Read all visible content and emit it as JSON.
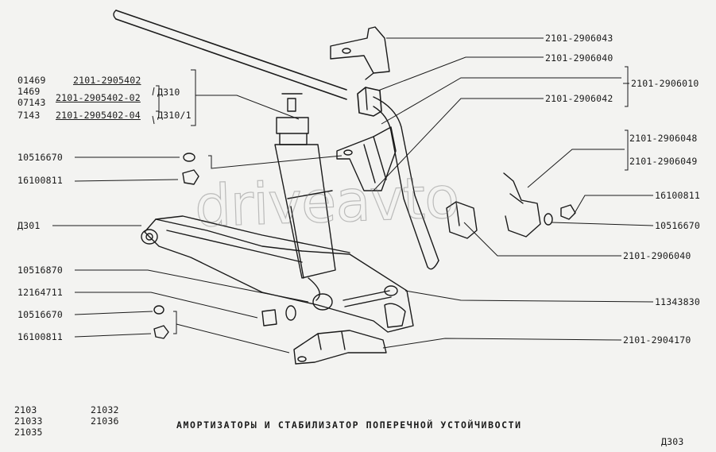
{
  "colors": {
    "background": "#f3f3f1",
    "ink": "#1a1a1a"
  },
  "watermark": "driveavto",
  "labels_left": {
    "l1": "01469",
    "l1b": "2101-2905402",
    "l2": "1469",
    "l3": "07143",
    "l3b": "2101-2905402-02",
    "l3c": "Д310",
    "l4": "7143",
    "l4b": "2101-2905402-04",
    "l4c": "Д310/1",
    "washer_top": "10516670",
    "nut_top": "16100811",
    "arm": "Д301",
    "bush_low": "10516870",
    "stud": "12164711",
    "washer_low": "10516670",
    "nut_low": "16100811"
  },
  "labels_right": {
    "r1": "2101-2906043",
    "r2": "2101-2906040",
    "r3": "2101-2906010",
    "r4": "2101-2906042",
    "r5": "2101-2906048",
    "r6": "2101-2906049",
    "r7": "16100811",
    "r8": "10516670",
    "r9": "2101-2906040",
    "r10": "11343830",
    "r11": "2101-2904170"
  },
  "models": {
    "m1": "2103",
    "m2": "21033",
    "m3": "21035",
    "m4": "21032",
    "m5": "21036"
  },
  "caption": "АМОРТИЗАТОРЫ И СТАБИЛИЗАТОР ПОПЕРЕЧНОЙ УСТОЙЧИВОСТИ",
  "page_code": "Д303"
}
